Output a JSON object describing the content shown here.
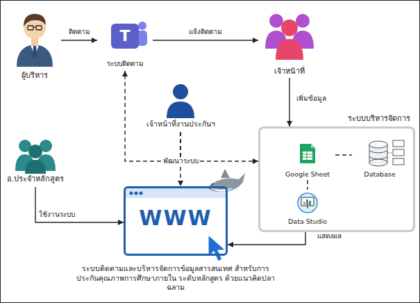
{
  "diagram": {
    "nodes": [
      {
        "text": [
          "ผู้บริหาร"
        ]
      },
      {
        "text": [
          "T",
          "ระบบติดตาม"
        ]
      },
      {
        "text": [
          "เจ้าหน้าที่"
        ]
      },
      {
        "text": [
          "ระบบบริหารจัดการ"
        ]
      },
      {
        "text": [
          "Google Sheet"
        ],
        "in": 3
      },
      {
        "text": [
          "Database"
        ],
        "in": 3
      },
      {
        "text": [
          "Data Studio"
        ],
        "in": 3
      },
      {
        "text": [
          "เจ้าหน้าที่งานประกันฯ"
        ]
      },
      {
        "text": [
          "อ.ประจำหลักสูตร"
        ]
      },
      {
        "text": [
          "WWW",
          "ระบบติดตามและบริหารจัดการข้อมูลสารสนเทศ สำหรับการประกันคุณภาพการศึกษาภายใน ระดับหลักสูตร ด้วยแนวคิดปลาฉลาม"
        ]
      }
    ],
    "edges": [
      {
        "from": 0,
        "to": 1,
        "label": "ติดตาม",
        "arrow": "to"
      },
      {
        "from": 1,
        "to": 2,
        "label": "แจ้งติดตาม",
        "arrow": "to"
      },
      {
        "from": 2,
        "to": 3,
        "label": "เพิ่มข้อมูล",
        "arrow": "to"
      },
      {
        "from": 4,
        "to": 5,
        "arrow": "none"
      },
      {
        "from": 4,
        "to": 6,
        "arrow": "none"
      },
      {
        "from": 7,
        "to": 1,
        "arrow": "to"
      },
      {
        "from": 7,
        "to": 3,
        "arrow": "to"
      },
      {
        "from": 7,
        "to": 9,
        "label": "พัฒนาระบบ",
        "arrow": "to"
      },
      {
        "from": 8,
        "to": 9,
        "label": "ใช้งานระบบ",
        "arrow": "to"
      },
      {
        "from": 3,
        "to": 9,
        "label": "แสดงผล",
        "arrow": "to"
      }
    ]
  }
}
